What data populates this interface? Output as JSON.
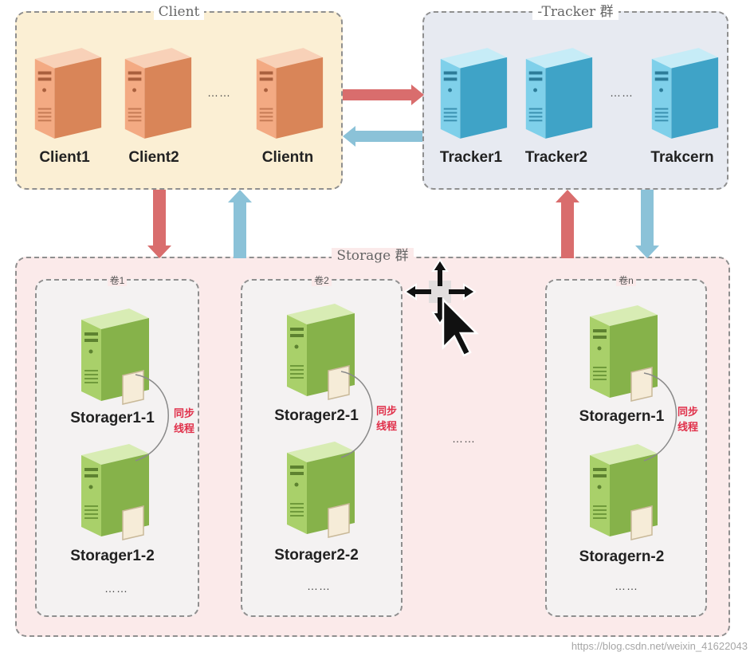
{
  "client_group": {
    "title": "Client",
    "servers": [
      "Client1",
      "Client2",
      "Clientn"
    ],
    "ellipsis": "……"
  },
  "tracker_group": {
    "title": "-Tracker 群",
    "servers": [
      "Tracker1",
      "Tracker2",
      "Trakcern"
    ],
    "ellipsis": "……"
  },
  "storage_group": {
    "title": "Storage 群",
    "middle_ellipsis": "……",
    "volumes": [
      {
        "title": "卷1",
        "servers": [
          "Storager1-1",
          "Storager1-2"
        ],
        "sync_line1": "同步",
        "sync_line2": "线程",
        "ellipsis": "……"
      },
      {
        "title": "卷2",
        "servers": [
          "Storager2-1",
          "Storager2-2"
        ],
        "sync_line1": "同步",
        "sync_line2": "线程",
        "ellipsis": "……"
      },
      {
        "title": "卷n",
        "servers": [
          "Storagern-1",
          "Storagern-2"
        ],
        "sync_line1": "同步",
        "sync_line2": "线程",
        "ellipsis": "……"
      }
    ]
  },
  "watermark": "https://blog.csdn.net/weixin_41622043",
  "colors": {
    "client_fill": "#fbefd4",
    "tracker_fill": "#e7eaf1",
    "storage_fill": "#fbeaea",
    "arrow_red": "#d96d6d",
    "arrow_blue": "#8bc2d8",
    "client_server": "#f0a37d",
    "tracker_server": "#6fc3de",
    "storage_server": "#9cc45a"
  },
  "icons": {
    "client_server": "server-tower-icon",
    "tracker_server": "server-tower-icon",
    "storage_server": "server-tower-icon",
    "cursor": "move-cursor-icon"
  }
}
